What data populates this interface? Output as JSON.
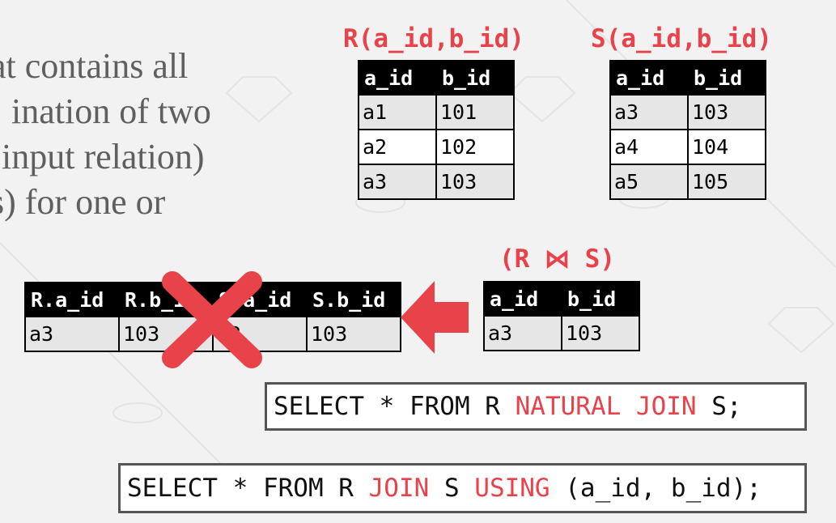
{
  "body_text": [
    "at contains all",
    "ination of two",
    "input relation)",
    "s) for one or"
  ],
  "relation_r": {
    "title": "R(a_id,b_id)",
    "headers": [
      "a_id",
      "b_id"
    ],
    "rows": [
      [
        "a1",
        "101"
      ],
      [
        "a2",
        "102"
      ],
      [
        "a3",
        "103"
      ]
    ]
  },
  "relation_s": {
    "title": "S(a_id,b_id)",
    "headers": [
      "a_id",
      "b_id"
    ],
    "rows": [
      [
        "a3",
        "103"
      ],
      [
        "a4",
        "104"
      ],
      [
        "a5",
        "105"
      ]
    ]
  },
  "join_result": {
    "title": "(R ⋈ S)",
    "headers": [
      "a_id",
      "b_id"
    ],
    "rows": [
      [
        "a3",
        "103"
      ]
    ]
  },
  "wrong_result": {
    "headers": [
      "R.a_id",
      "R.b_id",
      "S.a_id",
      "S.b_id"
    ],
    "rows": [
      [
        "a3",
        "103",
        "a3",
        "103"
      ]
    ]
  },
  "sql_natural": {
    "p1": "SELECT * FROM R ",
    "kw1": "NATURAL JOIN",
    "p2": " S;"
  },
  "sql_using": {
    "p1": "SELECT * FROM R ",
    "kw1": "JOIN",
    "p2": " S ",
    "kw2": "USING",
    "p3": " (a_id, b_id);"
  },
  "colors": {
    "accent": "#e8424b",
    "table_header": "#000000",
    "row_shade": "#e6e6e6",
    "body_text": "#5f5f5f"
  },
  "icons": [
    "left-arrow-icon",
    "cross-mark-icon"
  ]
}
